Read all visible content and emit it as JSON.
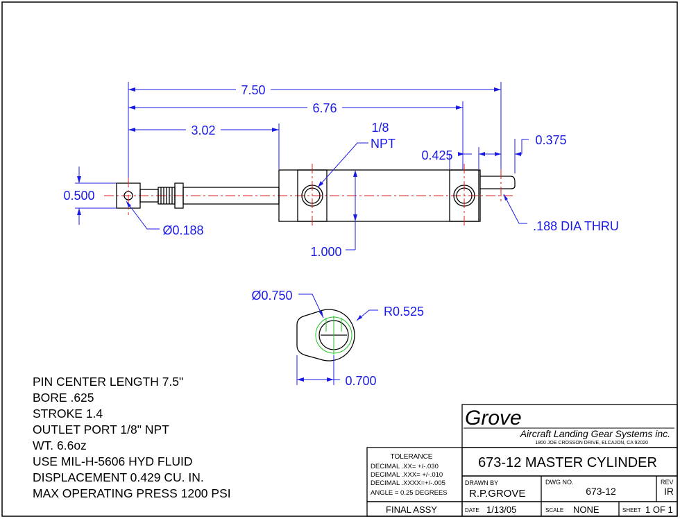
{
  "dimensions": {
    "overall_length": "7.50",
    "body_length": "6.76",
    "rod_extension": "3.02",
    "port_label": "1/8\nNPT",
    "port_label_line1": "1/8",
    "port_label_line2": "NPT",
    "port_offset": "0.425",
    "tab_offset": "0.375",
    "rod_end_height": "0.500",
    "rod_end_hole": "Ø0.188",
    "body_diameter": "1.000",
    "thru_hole": ".188 DIA THRU",
    "boss_diameter": "Ø0.750",
    "boss_radius": "R0.525",
    "boss_width": "0.700"
  },
  "notes": [
    "PIN CENTER LENGTH 7.5\"",
    "BORE .625",
    "STROKE 1.4",
    "OUTLET PORT 1/8\" NPT",
    "WT. 6.6oz",
    "USE MIL-H-5606 HYD FLUID",
    "DISPLACEMENT 0.429 CU. IN.",
    "MAX OPERATING PRESS 1200 PSI"
  ],
  "title_block": {
    "company_logo": "Grove",
    "company_name": "Aircraft Landing Gear Systems inc.",
    "company_address": "1800 JOE CROSSON DRIVE, ELCAJON, CA 92020",
    "tolerance_heading": "TOLERANCE",
    "tolerance_lines": [
      "DECIMAL  .XX=  +/-.030",
      "DECIMAL  .XXX= +/-.010",
      "DECIMAL  .XXXX=+/-.005",
      "ANGLE = 0.25 DEGREES"
    ],
    "drawing_title": "673-12 MASTER CYLINDER",
    "drawn_by_label": "DRAWN  BY",
    "drawn_by": "R.P.GROVE",
    "dwg_no_label": "DWG  NO.",
    "dwg_no": "673-12",
    "rev_label": "REV",
    "rev": "IR",
    "final_assy": "FINAL ASSY",
    "date_label": "DATE",
    "date": "1/13/05",
    "scale_label": "SCALE",
    "scale": "NONE",
    "sheet_label": "SHEET",
    "sheet": "1 OF 1"
  },
  "colors": {
    "dimension": "#1a1ae6",
    "centerline": "#e01b1b",
    "hidden": "#1fbf1f",
    "outline": "#000000"
  }
}
